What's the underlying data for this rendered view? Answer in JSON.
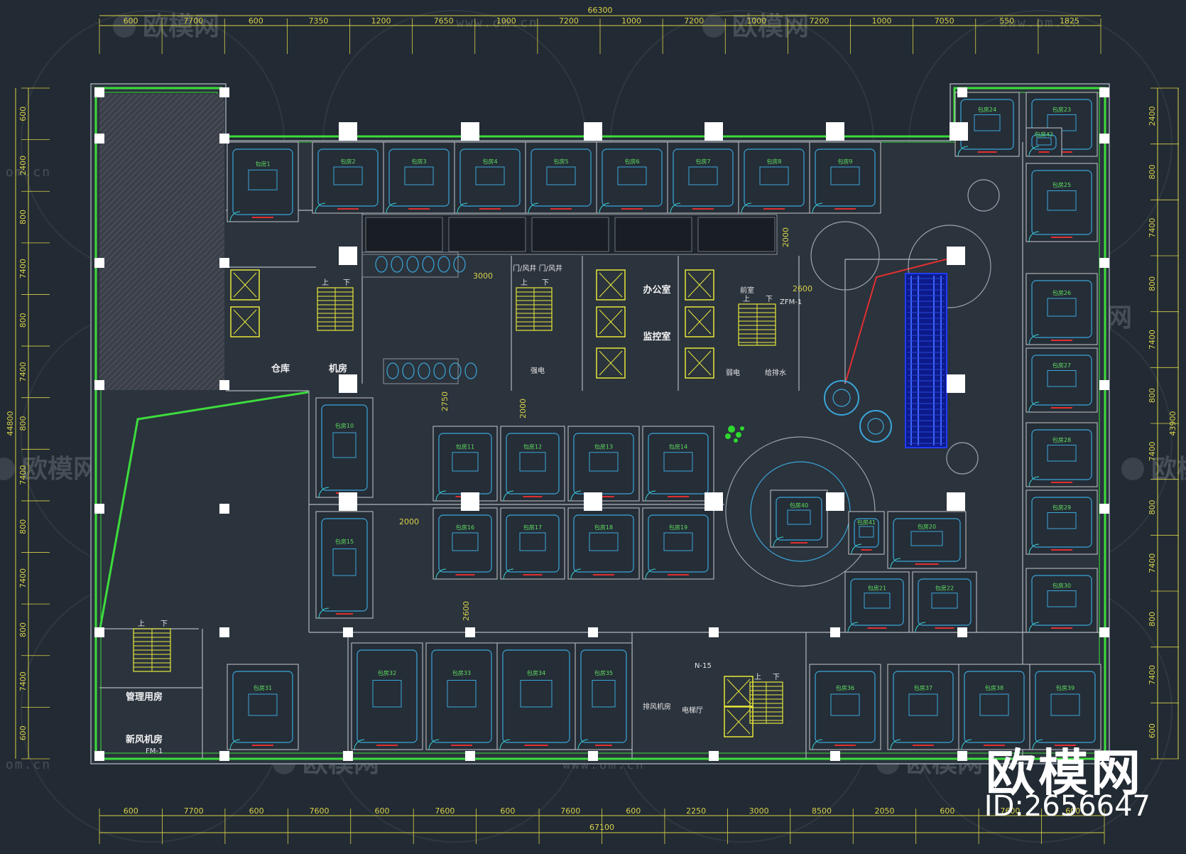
{
  "dimensions": {
    "top_total": "66300",
    "top": [
      "600",
      "7700",
      "600",
      "7350",
      "1200",
      "7650",
      "1000",
      "7200",
      "1000",
      "7200",
      "1000",
      "7200",
      "1000",
      "7050",
      "550",
      "1825"
    ],
    "bottom_total": "67100",
    "bottom": [
      "600",
      "7700",
      "600",
      "7600",
      "600",
      "7600",
      "600",
      "7600",
      "600",
      "2250",
      "3000",
      "8500",
      "2050",
      "600",
      "7600",
      "600"
    ],
    "left_total": "44800",
    "left": [
      "600",
      "2400",
      "800",
      "7400",
      "800",
      "7400",
      "800",
      "7400",
      "800",
      "7400",
      "800",
      "7400",
      "600"
    ],
    "right_total": "43900",
    "right": [
      "2400",
      "800",
      "7400",
      "800",
      "7400",
      "800",
      "7400",
      "800",
      "7400",
      "800",
      "7400",
      "600"
    ],
    "inner": [
      "3000",
      "2600",
      "2000",
      "2750",
      "2000",
      "2600",
      "2000"
    ]
  },
  "rooms": {
    "warehouse": "仓库",
    "machine_room": "机房",
    "office": "办公室",
    "monitor_room": "监控室",
    "front_room": "前室",
    "strong_power": "强电",
    "weak_power": "弱电",
    "water_supply": "给排水",
    "management_room": "管理用房",
    "fresh_air_room": "新风机房",
    "elevator_hall": "电梯厅",
    "fan_room": "排风机房",
    "shafts": "门/风井 门/风井"
  },
  "private_rooms": [
    "包房1",
    "包房2",
    "包房3",
    "包房4",
    "包房5",
    "包房6",
    "包房7",
    "包房8",
    "包房9",
    "包房10",
    "包房11",
    "包房12",
    "包房13",
    "包房14",
    "包房15",
    "包房16",
    "包房17",
    "包房18",
    "包房19",
    "包房20",
    "包房21",
    "包房22",
    "包房23",
    "包房24",
    "包房25",
    "包房26",
    "包房27",
    "包房28",
    "包房29",
    "包房30",
    "包房31",
    "包房32",
    "包房33",
    "包房34",
    "包房35",
    "包房36",
    "包房37",
    "包房38",
    "包房39",
    "包房40",
    "包房41",
    "包房42"
  ],
  "stair_labels": {
    "up": "上",
    "down": "下"
  },
  "tags": {
    "fm": "FM-1",
    "zfm": "ZFM-1",
    "n15": "N-15"
  },
  "watermark": {
    "logo_text": "欧模网",
    "url": "www.om.cn",
    "url_short": "om.cn"
  },
  "brand": {
    "name": "欧模网",
    "id": "ID:2656647"
  },
  "colors": {
    "background": "#222a33",
    "outer_wall": "#3ddc3d",
    "dimension": "#d8d24a",
    "furniture": "#3aa6d8",
    "partition": "#c8c8c8",
    "stair": "#e8e83a",
    "escalator": "#1e3cff",
    "accent_red": "#e03030"
  }
}
